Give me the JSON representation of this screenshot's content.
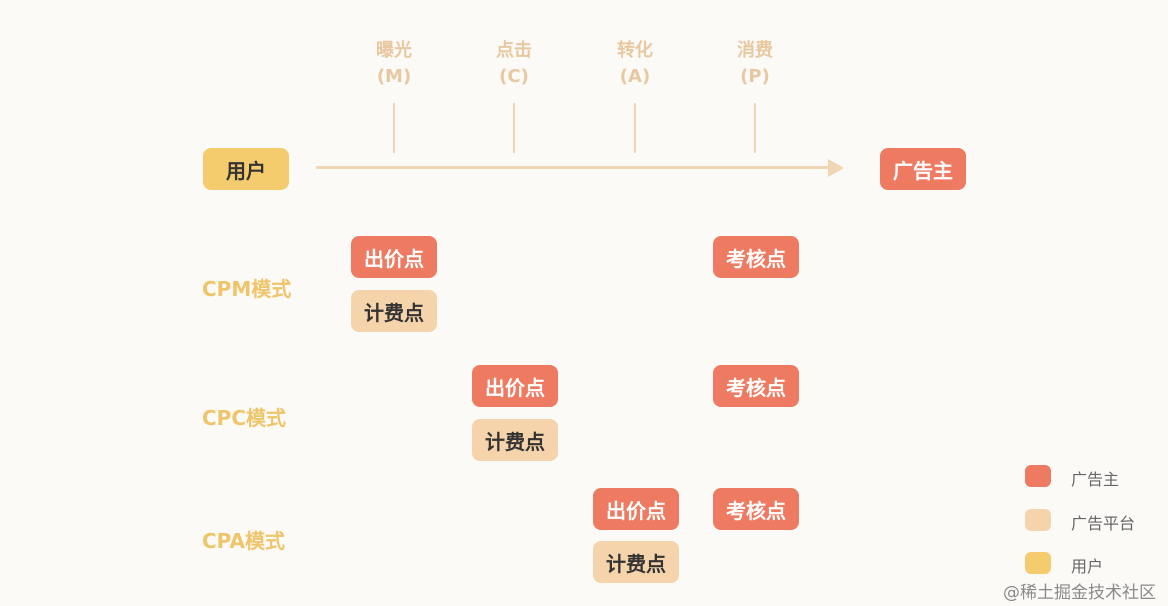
{
  "stages": [
    {
      "name": "曝光",
      "code": "(M)"
    },
    {
      "name": "点击",
      "code": "(C)"
    },
    {
      "name": "转化",
      "code": "(A)"
    },
    {
      "name": "消费",
      "code": "(P)"
    }
  ],
  "user_label": "用户",
  "advertiser_label": "广告主",
  "point_labels": {
    "bid": "出价点",
    "billing": "计费点",
    "assessment": "考核点"
  },
  "modes": [
    {
      "name": "CPM模式"
    },
    {
      "name": "CPC模式"
    },
    {
      "name": "CPA模式"
    }
  ],
  "legend": [
    {
      "label": "广告主",
      "color": "#ee7a61"
    },
    {
      "label": "广告平台",
      "color": "#f5d3ab"
    },
    {
      "label": "用户",
      "color": "#f4cb6d"
    }
  ],
  "colors": {
    "advertiser": "#ee7a61",
    "platform": "#f5d3ab",
    "user": "#f4cb6d",
    "axis": "#f0d6b3"
  },
  "watermark": "@稀土掘金技术社区"
}
